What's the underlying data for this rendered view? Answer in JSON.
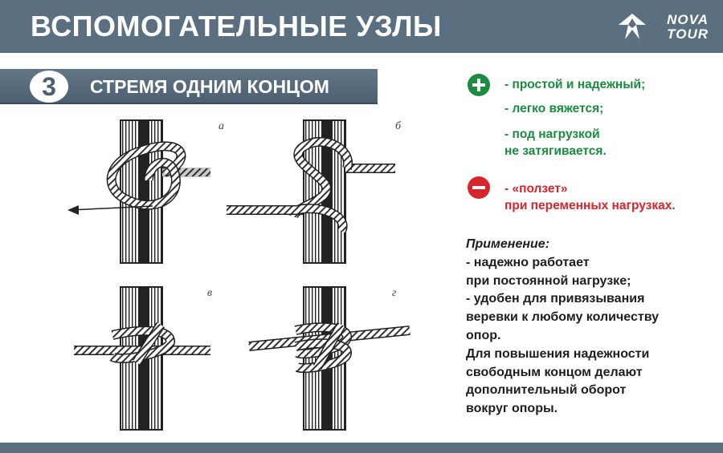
{
  "header": {
    "title": "ВСПОМОГАТЕЛЬНЫЕ УЗЛЫ",
    "logo_line1": "NOVA",
    "logo_line2": "TOUR"
  },
  "section": {
    "number": "3",
    "title": "СТРЕМЯ ОДНИМ КОНЦОМ"
  },
  "figure_labels": [
    "а",
    "б",
    "в",
    "г"
  ],
  "pros": [
    "- простой и надежный;",
    "- легко вяжется;",
    "- под нагрузкой",
    "не затягивается."
  ],
  "cons": [
    "- «ползет»",
    "при переменных нагрузках."
  ],
  "usage": {
    "heading": "Применение:",
    "lines": [
      "- надежно работает",
      "при постоянной нагрузке;",
      "- удобен для привязывания",
      "веревки к любому количеству",
      "опор.",
      "Для повышения надежности",
      "свободным концом делают",
      "дополнительный оборот",
      "вокруг опоры."
    ]
  },
  "colors": {
    "header": "#5a6f80",
    "plus": "#1a8c3f",
    "minus": "#d6252b"
  }
}
